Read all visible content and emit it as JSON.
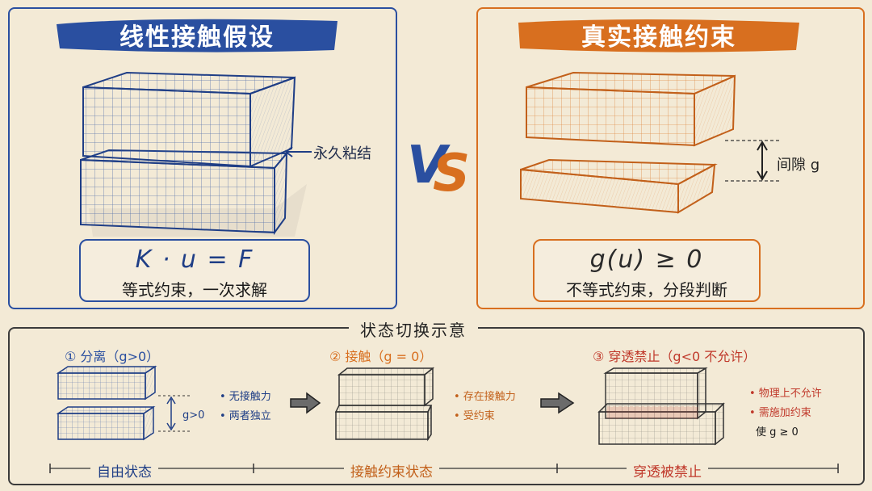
{
  "left_panel": {
    "title": "线性接触假设",
    "note": "永久粘结",
    "formula": "K · u = F",
    "formula_desc": "等式约束，一次求解"
  },
  "vs_text": "VS",
  "right_panel": {
    "title": "真实接触约束",
    "gap_label": "间隙 g",
    "formula": "g(u) ≥ 0",
    "formula_desc": "不等式约束，分段判断"
  },
  "bottom_panel": {
    "title": "状态切换示意",
    "states": [
      {
        "label": "① 分离（g>0）",
        "gap_label": "g>0",
        "bullets": [
          "• 无接触力",
          "• 两者独立"
        ]
      },
      {
        "label": "② 接触（g = 0）",
        "bullets": [
          "• 存在接触力",
          "• 受约束"
        ]
      },
      {
        "label": "③ 穿透禁止（g<0 不允许）",
        "bullets": [
          "• 物理上不允许",
          "• 需施加约束",
          "使 g ≥ 0"
        ]
      }
    ],
    "phases": [
      "自由状态",
      "接触约束状态",
      "穿透被禁止"
    ]
  },
  "colors": {
    "blue": "#2a4fa0",
    "orange": "#d86f1f",
    "red": "#c0392b",
    "paper": "#f3ead6"
  }
}
